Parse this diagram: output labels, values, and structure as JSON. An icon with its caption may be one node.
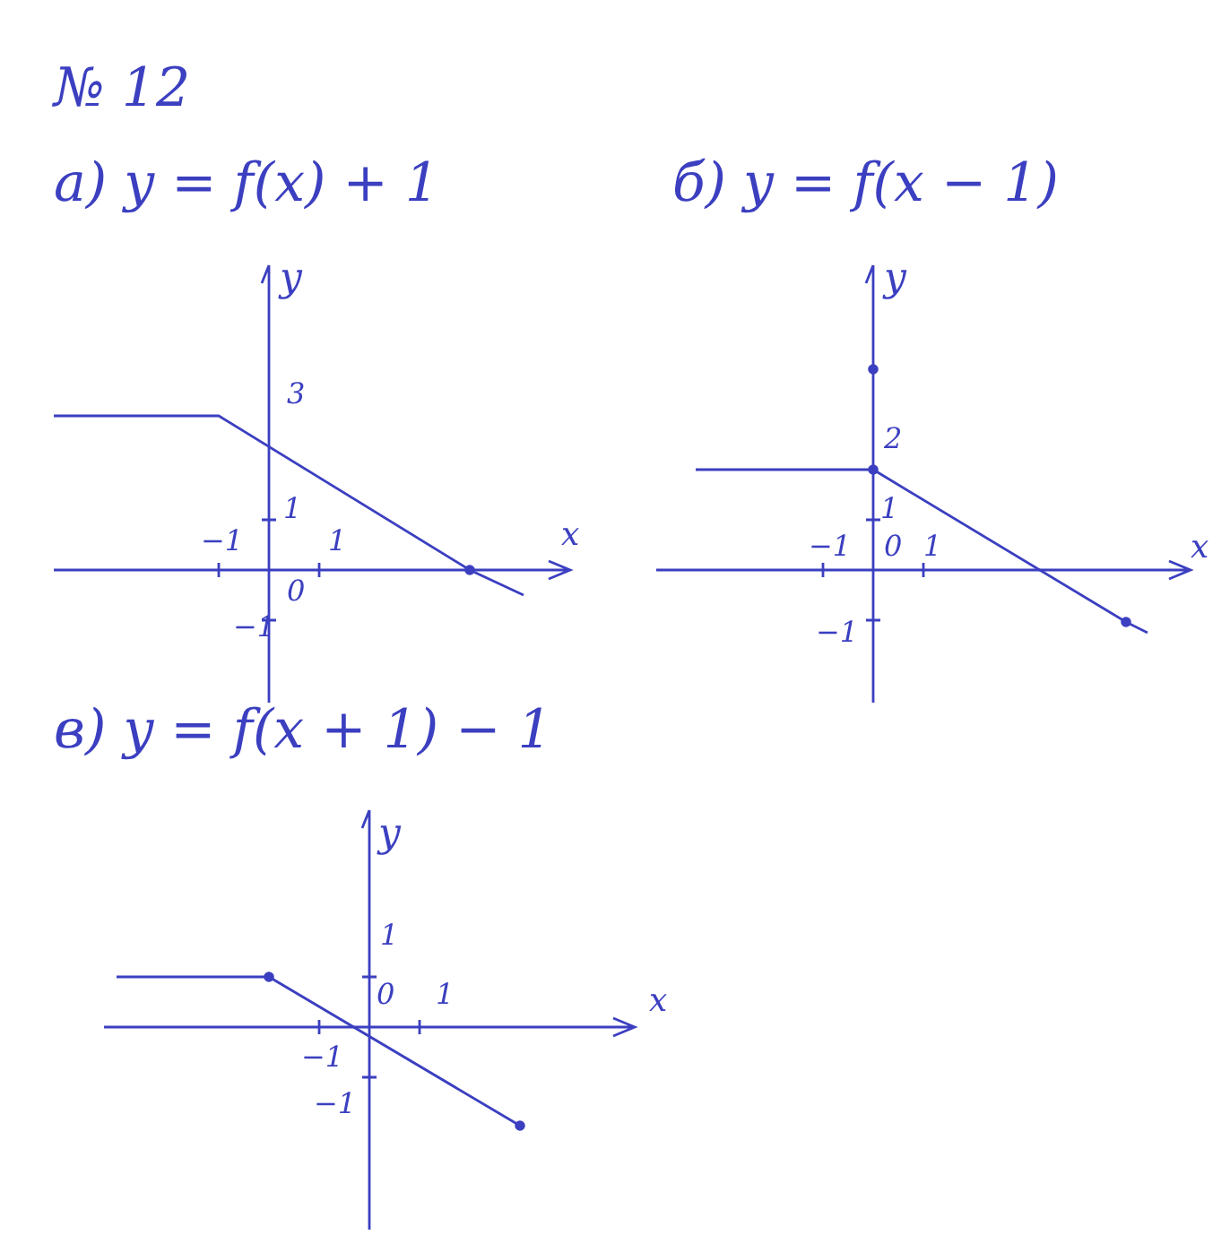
{
  "diagram": {
    "title": "№ 12",
    "labels": [
      "а) y = f(x) + 1",
      "б) y = f(x − 1)",
      "y",
      "3",
      "1",
      "−1",
      "1",
      "x",
      "0",
      "−1",
      "y",
      "2",
      "1",
      "−1",
      "0",
      "1",
      "x",
      "−1",
      "в) y = f(x + 1) − 1",
      "y",
      "1",
      "0",
      "1",
      "x",
      "−1",
      "−1"
    ]
  }
}
